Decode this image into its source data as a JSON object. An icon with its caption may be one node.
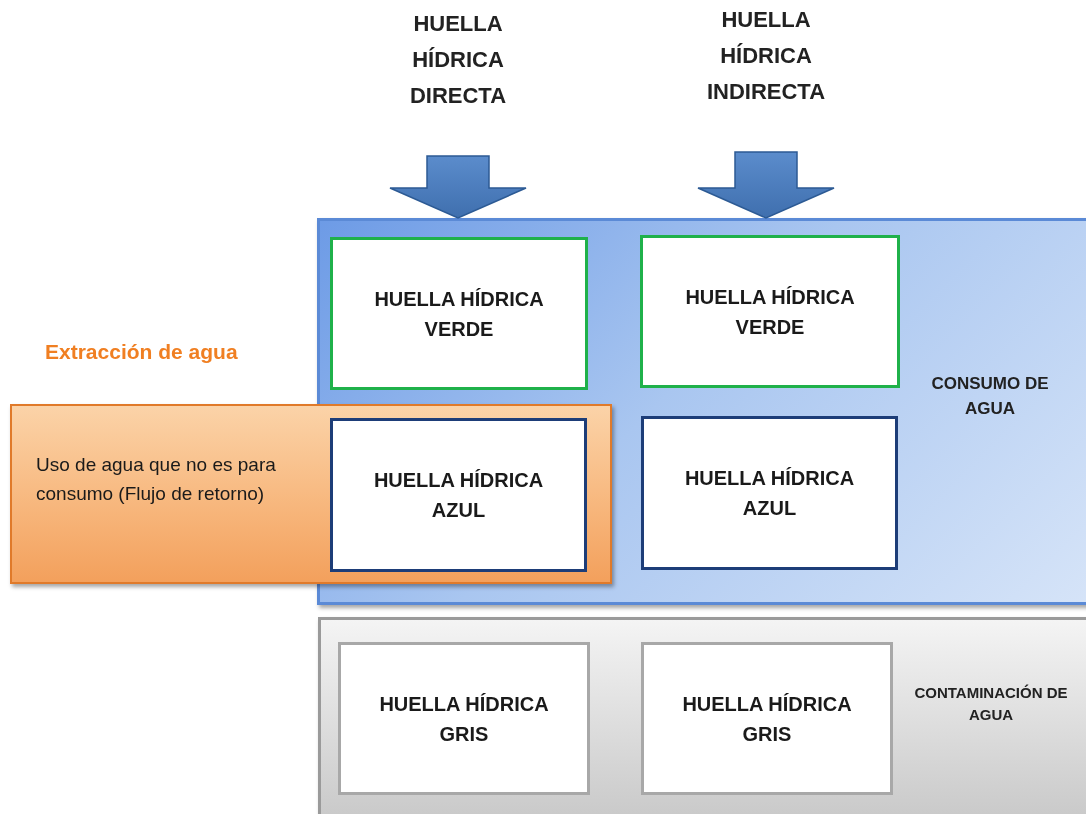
{
  "diagram": {
    "nodes": [
      {
        "text": [
          "HUELLA HÍDRICA DIRECTA"
        ]
      },
      {
        "text": [
          "HUELLA HÍDRICA INDIRECTA"
        ]
      },
      {
        "text": [
          "CONSUMO DE AGUA"
        ]
      },
      {
        "text": [
          "HUELLA HÍDRICA VERDE"
        ],
        "in": 2
      },
      {
        "text": [
          "HUELLA HÍDRICA VERDE"
        ],
        "in": 2
      },
      {
        "text": [
          "Extracción de agua",
          "Uso de agua que no es para consumo (Flujo de retorno)"
        ]
      },
      {
        "text": [
          "HUELLA HÍDRICA AZUL"
        ]
      },
      {
        "text": [
          "HUELLA HÍDRICA AZUL"
        ],
        "in": 2
      },
      {
        "text": [
          "CONTAMINACIÓN DE AGUA"
        ]
      },
      {
        "text": [
          "HUELLA HÍDRICA GRIS"
        ],
        "in": 8
      },
      {
        "text": [
          "HUELLA HÍDRICA GRIS"
        ],
        "in": 8
      }
    ],
    "edges": [
      {
        "from": 0,
        "to": 2,
        "arrow": "to"
      },
      {
        "from": 1,
        "to": 2,
        "arrow": "to"
      }
    ]
  }
}
